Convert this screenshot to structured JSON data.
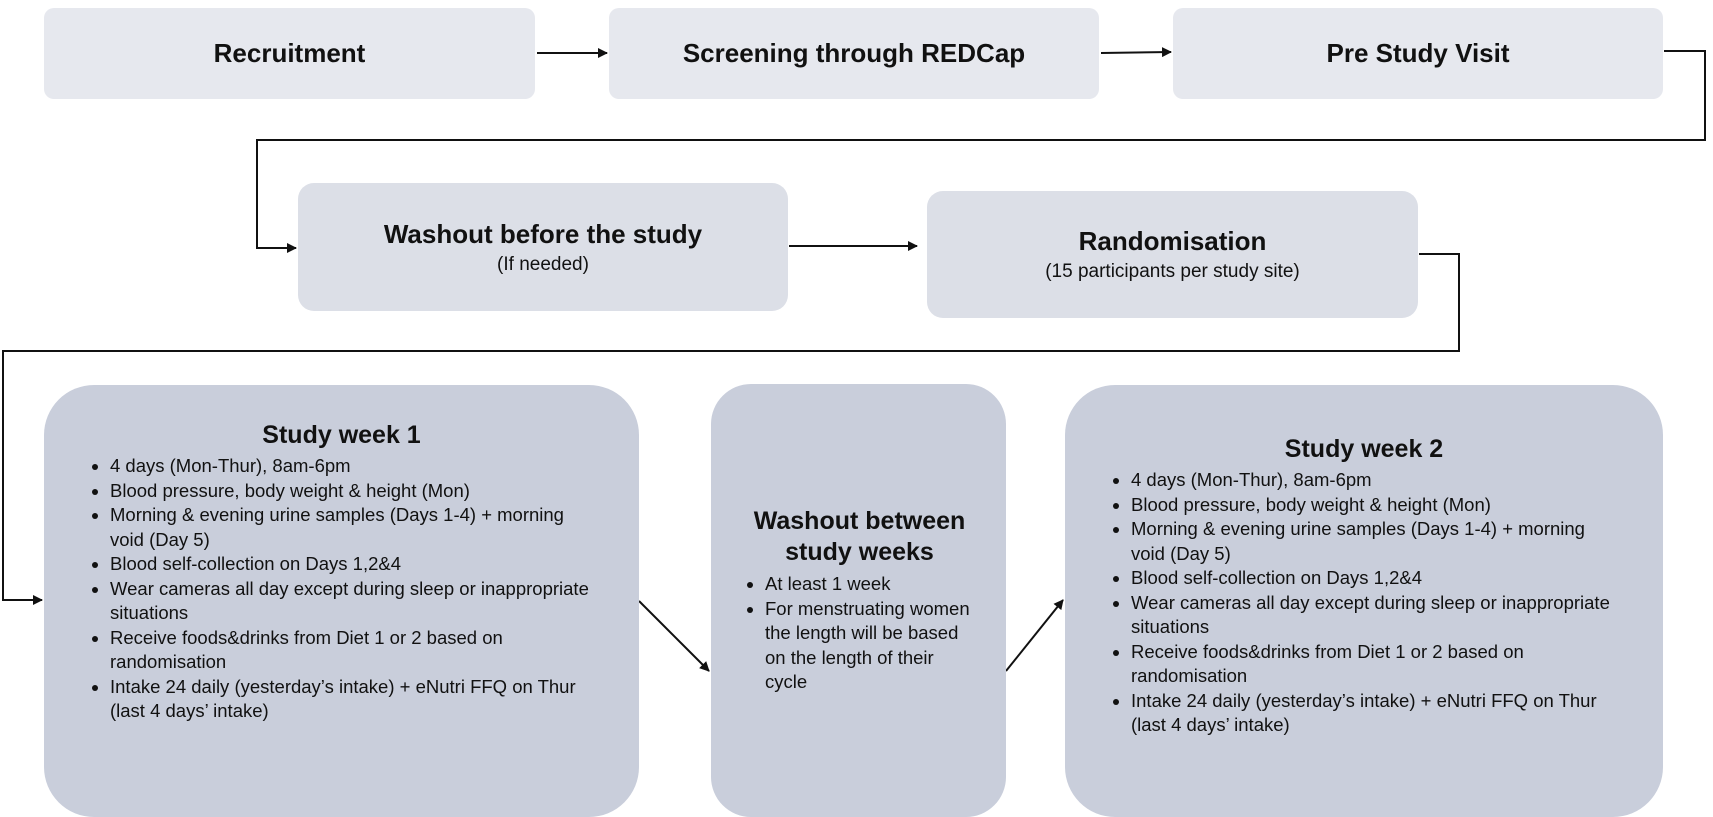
{
  "top_row": {
    "recruitment": "Recruitment",
    "screening": "Screening through REDCap",
    "pre_study": "Pre Study Visit"
  },
  "middle_row": {
    "washout_before": {
      "title": "Washout before the study",
      "note": "(If needed)"
    },
    "randomisation": {
      "title": "Randomisation",
      "note": "(15 participants per study site)"
    }
  },
  "study_week_1": {
    "title": "Study week 1",
    "items": [
      "4 days (Mon-Thur), 8am-6pm",
      "Blood pressure, body weight & height (Mon)",
      "Morning & evening urine samples (Days 1-4) + morning void (Day 5)",
      "Blood self-collection on Days 1,2&4",
      "Wear cameras all day except during sleep or inappropriate situations",
      "Receive foods&drinks from Diet 1 or 2 based on randomisation",
      "Intake 24 daily (yesterday’s intake) + eNutri FFQ on Thur (last 4 days’ intake)"
    ]
  },
  "washout_between": {
    "title": "Washout between study weeks",
    "items": [
      "At least 1 week",
      "For menstruating women the length will be based on the length of their cycle"
    ]
  },
  "study_week_2": {
    "title": "Study week 2",
    "items": [
      "4 days (Mon-Thur), 8am-6pm",
      "Blood pressure, body weight & height (Mon)",
      "Morning & evening urine samples (Days 1-4) + morning void (Day 5)",
      "Blood self-collection on Days 1,2&4",
      "Wear cameras all day except during sleep or inappropriate situations",
      "Receive foods&drinks from Diet 1 or 2 based on randomisation",
      "Intake 24 daily (yesterday’s intake) + eNutri FFQ on Thur (last 4 days’ intake)"
    ]
  }
}
